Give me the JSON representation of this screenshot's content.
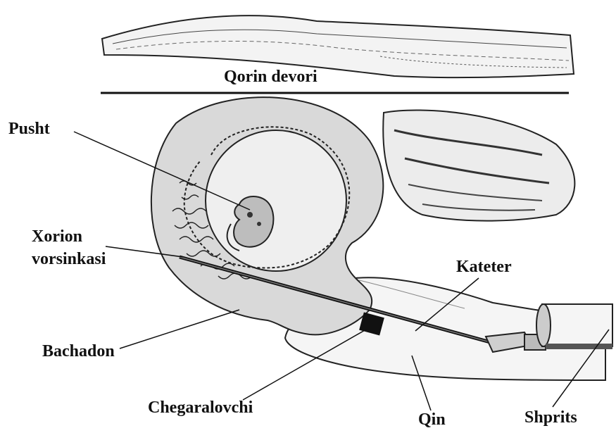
{
  "labels": {
    "abdominal_wall": "Qorin devori",
    "embryo": "Pusht",
    "chorionic_villi_line1": "Xorion",
    "chorionic_villi_line2": "vorsinkasi",
    "catheter": "Kateter",
    "uterus": "Bachadon",
    "stopper": "Chegaralovchi",
    "vagina": "Qin",
    "syringe": "Shprits"
  },
  "colors": {
    "tissue_fill": "#d9d9d9",
    "line": "#111111",
    "background": "#ffffff"
  }
}
